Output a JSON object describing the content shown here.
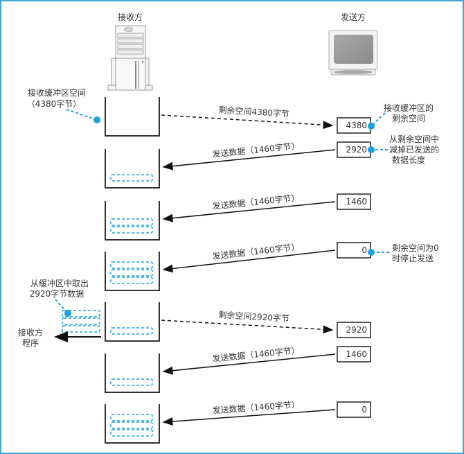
{
  "title_receiver": "接收方",
  "title_sender": "发送方",
  "colors": {
    "accent": "#1ba1e2",
    "border": "#3aa7cf",
    "line": "#111111"
  },
  "annotations": {
    "receive_buffer_line1": "接收缓冲区空间",
    "receive_buffer_line2": "（4380字节）",
    "remaining_line1": "接收缓冲区的",
    "remaining_line2": "剩余空间",
    "subtract_line1": "从剩余空间中",
    "subtract_line2": "减掉已发送的",
    "subtract_line3": "数据长度",
    "stop_line1": "剩余空间为0",
    "stop_line2": "时停止发送",
    "take_out_line1": "从缓冲区中取出",
    "take_out_line2": "2920字节数据",
    "app_line1": "接收方",
    "app_line2": "程序"
  },
  "messages": [
    {
      "label": "剩余空间4380字节",
      "direction": "to-sender",
      "style": "dashed"
    },
    {
      "label": "发送数据（1460字节）",
      "direction": "to-receiver",
      "style": "solid"
    },
    {
      "label": "发送数据（1460字节）",
      "direction": "to-receiver",
      "style": "solid"
    },
    {
      "label": "发送数据（1460字节）",
      "direction": "to-receiver",
      "style": "solid"
    },
    {
      "label": "剩余空间2920字节",
      "direction": "to-sender",
      "style": "dashed"
    },
    {
      "label": "发送数据（1460字节）",
      "direction": "to-receiver",
      "style": "solid"
    },
    {
      "label": "发送数据（1460字节）",
      "direction": "to-receiver",
      "style": "solid"
    }
  ],
  "sender_counters": [
    "4380",
    "2920",
    "1460",
    "0",
    "2920",
    "1460",
    "0"
  ],
  "buffer_fill_segments": [
    0,
    1,
    2,
    3,
    1,
    1,
    3
  ]
}
